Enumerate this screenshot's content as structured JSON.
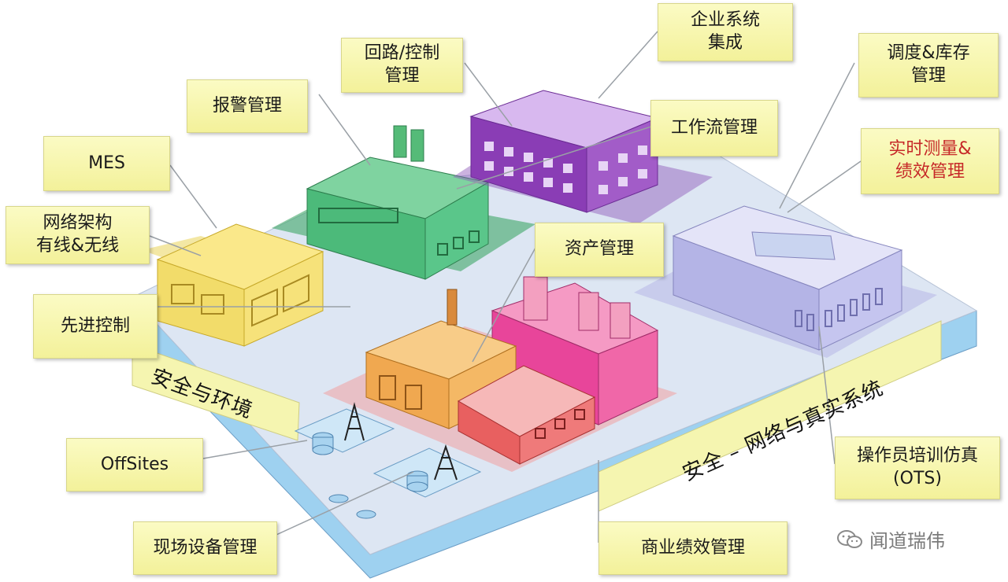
{
  "labels": [
    {
      "key": "mes",
      "text": "MES"
    },
    {
      "key": "network",
      "text": "网络架构\n有线&无线"
    },
    {
      "key": "alarm",
      "text": "报警管理"
    },
    {
      "key": "loop",
      "text": "回路/控制\n管理"
    },
    {
      "key": "enterprise",
      "text": "企业系统\n集成"
    },
    {
      "key": "workflow",
      "text": "工作流管理"
    },
    {
      "key": "scheduling",
      "text": "调度&库存\n管理"
    },
    {
      "key": "realtime",
      "text": "实时测量&\n绩效管理"
    },
    {
      "key": "asset",
      "text": "资产管理"
    },
    {
      "key": "apc",
      "text": "先进控制"
    },
    {
      "key": "offsites",
      "text": "OffSites"
    },
    {
      "key": "field",
      "text": "现场设备管理"
    },
    {
      "key": "business",
      "text": "商业绩效管理"
    },
    {
      "key": "ots",
      "text": "操作员培训仿真\n(OTS)"
    }
  ],
  "bands": {
    "safety_env": "安全与环境",
    "security": "安全 – 网络与真实系统"
  },
  "watermark": "闻道瑞伟",
  "colors": {
    "label_text_red": "#c62828",
    "platform_top": "#dde6f3",
    "platform_side": "#9ed1f0",
    "band_yellow": "#f5f5b0",
    "mes_building": "#f2dc6a",
    "green_building": "#4cba7a",
    "purple_building": "#8a3db5",
    "lavender_building": "#b4b4e6",
    "orange_building": "#f0a850",
    "pink_building": "#e8459a",
    "red_building": "#e86060"
  },
  "icons": {
    "watermark": "wechat-icon"
  }
}
